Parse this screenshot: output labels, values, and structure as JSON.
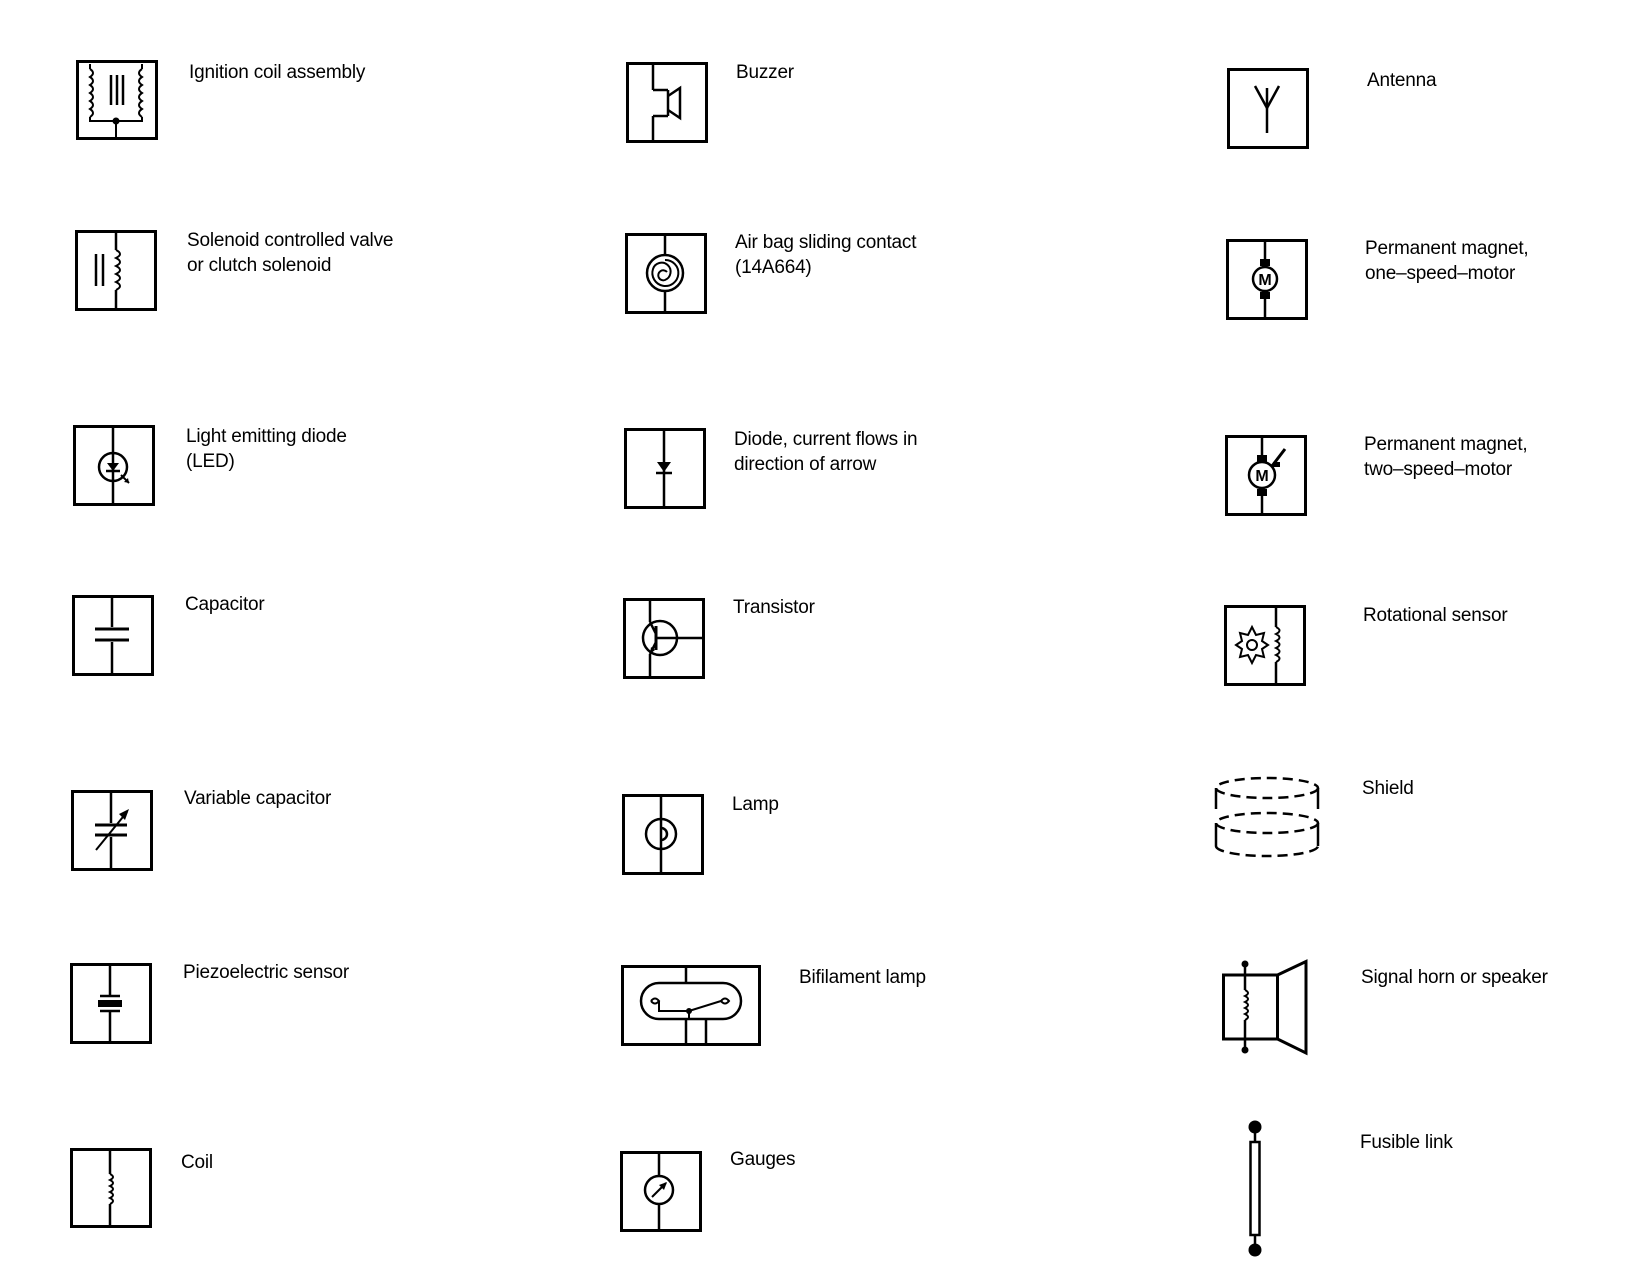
{
  "colors": {
    "ink": "#000000",
    "background": "#ffffff"
  },
  "symbols": {
    "ignition_coil_assembly": {
      "line1": "Ignition coil assembly"
    },
    "solenoid_valve": {
      "line1": "Solenoid controlled valve",
      "line2": "or clutch solenoid"
    },
    "led": {
      "line1": "Light emitting diode",
      "line2": "(LED)"
    },
    "capacitor": {
      "line1": "Capacitor"
    },
    "variable_capacitor": {
      "line1": "Variable capacitor"
    },
    "piezoelectric_sensor": {
      "line1": "Piezoelectric sensor"
    },
    "coil": {
      "line1": "Coil"
    },
    "buzzer": {
      "line1": "Buzzer"
    },
    "air_bag_sliding_contact": {
      "line1": "Air bag sliding contact",
      "line2": "(14A664)"
    },
    "diode": {
      "line1": "Diode, current flows in",
      "line2": "direction of arrow"
    },
    "transistor": {
      "line1": "Transistor"
    },
    "lamp": {
      "line1": "Lamp"
    },
    "bifilament_lamp": {
      "line1": "Bifilament lamp"
    },
    "gauges": {
      "line1": "Gauges"
    },
    "antenna": {
      "line1": "Antenna"
    },
    "pm_one_speed_motor": {
      "line1": "Permanent magnet,",
      "line2": "one–speed–motor",
      "motor_letter": "M"
    },
    "pm_two_speed_motor": {
      "line1": "Permanent magnet,",
      "line2": "two–speed–motor",
      "motor_letter": "M"
    },
    "rotational_sensor": {
      "line1": "Rotational sensor"
    },
    "shield": {
      "line1": "Shield"
    },
    "signal_horn": {
      "line1": "Signal horn or speaker"
    },
    "fusible_link": {
      "line1": "Fusible link"
    }
  }
}
